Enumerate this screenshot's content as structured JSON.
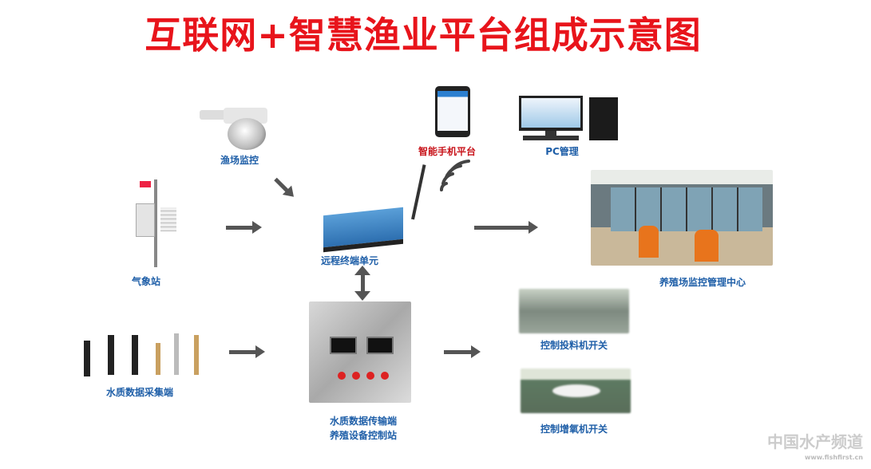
{
  "title": "互联网+智慧渔业平台组成示意图",
  "nodes": {
    "camera": "渔场监控",
    "phone": "智能手机平台",
    "pc": "PC管理",
    "weather": "气象站",
    "rtu": "远程终端单元",
    "center": "养殖场监控管理中心",
    "sensors": "水质数据采集端",
    "station_line1": "水质数据传输端",
    "station_line2": "养殖设备控制站",
    "feeder": "控制投料机开关",
    "aerator": "控制增氧机开关"
  },
  "watermark": {
    "name": "中国水产频道",
    "url": "www.fishfirst.cn"
  },
  "colors": {
    "title": "#e8141b",
    "label": "#1f5fa8",
    "arrow": "#555555"
  }
}
